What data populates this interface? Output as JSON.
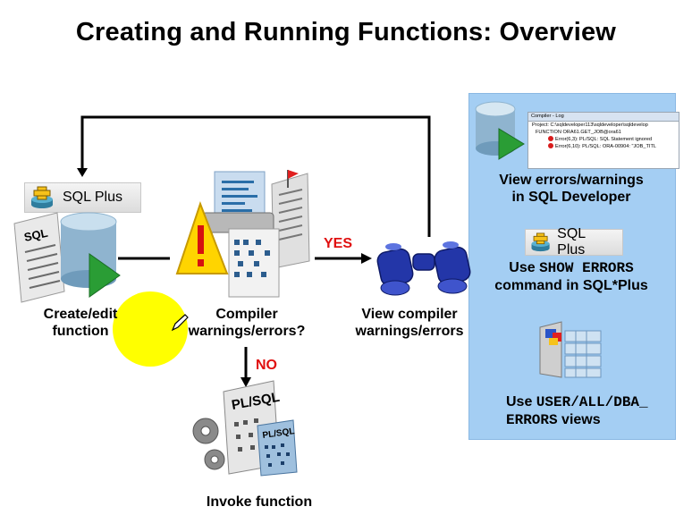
{
  "title": "Creating and Running Functions: Overview",
  "steps": {
    "create": "Create/edit\nfunction",
    "compile": "Compiler\nwarnings/errors?",
    "view": "View compiler\nwarnings/errors",
    "invoke": "Invoke function"
  },
  "branches": {
    "yes": "YES",
    "no": "NO"
  },
  "sqlplus_badge": "SQL Plus",
  "sql_doc_label": "SQL",
  "plsql_doc_label": "PL/SQL",
  "plsql_small_label": "PL/SQL",
  "panel": {
    "sql_developer": "View errors/warnings\nin SQL Developer",
    "sqlplus_badge": "SQL Plus",
    "show_errors_prefix": "Use ",
    "show_errors_cmd": "SHOW ERRORS",
    "show_errors_suffix": "command in SQL*Plus",
    "views_prefix": "Use ",
    "views_cmd_1": "USER/ALL/DBA_",
    "views_cmd_2": "ERRORS",
    "views_suffix": " views"
  },
  "compiler_log": {
    "title": "Compiler - Log",
    "project": "Project: C:\\sqldeveloper113\\sqldeveloper\\sqldevelop",
    "function": "FUNCTION ORA61.GET_JOB@ora61",
    "error1": "Error(6,3): PL/SQL: SQL Statement ignored",
    "error2": "Error(6,10): PL/SQL: ORA-00904: \"JOB_TITL"
  },
  "colors": {
    "panel_bg": "#a4cef3",
    "branch_label": "#e01010",
    "highlight": "#ffff00",
    "db_cylinder": "#8fb4cf",
    "play_arrow": "#2a9d35"
  }
}
